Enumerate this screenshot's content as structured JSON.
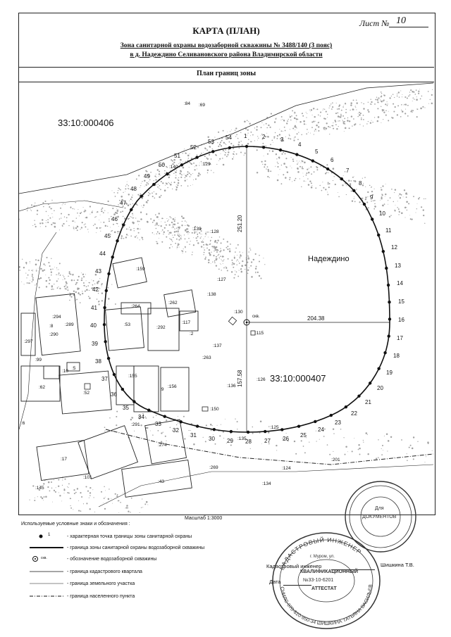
{
  "sheet": {
    "label": "Лист №",
    "number": "10"
  },
  "header": {
    "title": "КАРТА (ПЛАН)",
    "line1": "Зона санитарной охраны водозаборной скважины  № 3488/140 (3 пояс)",
    "line2": "в д. Надеждино  Селивановского района Владимирской области"
  },
  "section_title": "План границ зоны",
  "map": {
    "quarter_a": "33:10:000406",
    "quarter_b": "33:10:000407",
    "settlement": "Надеждино",
    "well_label": "скв.",
    "radius_north": "251.20",
    "radius_east": "204.38",
    "radius_south": "157.58",
    "parcels": [
      ":84",
      ":69",
      ":140",
      ":129",
      ":139",
      ":128",
      ":159",
      ":127",
      ":264",
      ":262",
      ":138",
      ":130",
      ":53",
      ":292",
      ":117",
      ":2",
      ":115",
      ":294",
      ":289",
      ":8",
      ":290",
      ":297",
      ":99",
      ":10",
      ":5",
      ":62",
      ":137",
      ":263",
      ":155",
      ":9",
      ":156",
      ":136",
      ":126",
      ":52",
      ":150",
      ":291",
      ":274",
      ":125",
      ":135",
      ":17",
      ":269",
      ":101",
      ":145",
      ":43",
      ":124",
      ":134",
      ":6",
      ":201"
    ],
    "point_numbers": [
      "1",
      "2",
      "3",
      "4",
      "5",
      "6",
      "7",
      "8",
      "9",
      "10",
      "11",
      "12",
      "13",
      "14",
      "15",
      "16",
      "17",
      "18",
      "19",
      "20",
      "21",
      "22",
      "23",
      "24",
      "25",
      "26",
      "27",
      "28",
      "29",
      "30",
      "31",
      "32",
      "33",
      "34",
      "35",
      "36",
      "37",
      "38",
      "39",
      "40",
      "41",
      "42",
      "43",
      "44",
      "45",
      "46",
      "47",
      "48",
      "49",
      "50",
      "51",
      "52",
      "53",
      "54"
    ]
  },
  "scale": "Масштаб 1:3000",
  "legend": {
    "title": "Используемые условные знаки и обозначения :",
    "point_num": "1",
    "items": [
      "- характерная точка границы зоны санитарной охраны",
      "- граница зоны санитарной охраны водозаборной скважины",
      "- обозначение водозаборной скважины",
      "- граница кадастрового квартала",
      "- граница земельного участка",
      "- граница населенного пункта"
    ],
    "well_symbol": "скв."
  },
  "signature": {
    "engineer_label": "Кадастровый инженер",
    "engineer_name": "Шишкина Т.В.",
    "date_label": "Дата"
  },
  "stamps": {
    "small_stamp_1": "Для",
    "small_stamp_2": "ДОКУМЕНТОВ",
    "main_ring": "КАДАСТРОВЫЙ ИНЖЕНЕР",
    "main_center_1": "КВАЛИФИКАЦИОННЫЙ",
    "main_center_2": "АТТЕСТАТ",
    "main_center_3": "№33-10-6201",
    "main_lower": "СНИЛС-070-610-950-34 ШИШКИНА ТАТЬЯНА ВАСИЛЬЕВНА",
    "main_city": "г. Муром, ул."
  },
  "colors": {
    "ink": "#111111",
    "stamp": "#333333",
    "terrain": "#555555"
  }
}
